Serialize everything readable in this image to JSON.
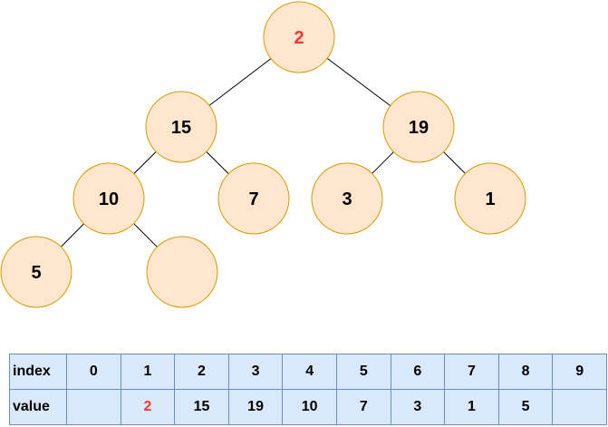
{
  "tree": {
    "nodes": [
      {
        "id": "n1",
        "label": "2",
        "highlight": true
      },
      {
        "id": "n2",
        "label": "15",
        "highlight": false
      },
      {
        "id": "n3",
        "label": "19",
        "highlight": false
      },
      {
        "id": "n4",
        "label": "10",
        "highlight": false
      },
      {
        "id": "n5",
        "label": "7",
        "highlight": false
      },
      {
        "id": "n6",
        "label": "3",
        "highlight": false
      },
      {
        "id": "n7",
        "label": "1",
        "highlight": false
      },
      {
        "id": "n8",
        "label": "5",
        "highlight": false
      },
      {
        "id": "n9",
        "label": "",
        "highlight": false
      }
    ],
    "edges": [
      [
        "n1",
        "n2"
      ],
      [
        "n1",
        "n3"
      ],
      [
        "n2",
        "n4"
      ],
      [
        "n2",
        "n5"
      ],
      [
        "n3",
        "n6"
      ],
      [
        "n3",
        "n7"
      ],
      [
        "n4",
        "n8"
      ],
      [
        "n4",
        "n9"
      ]
    ],
    "colors": {
      "node_fill": "#ffe6cc",
      "node_stroke": "#d79b00",
      "edge": "#000000",
      "highlight_text": "#ff3333"
    }
  },
  "array": {
    "index_label": "index",
    "value_label": "value",
    "indices": [
      "0",
      "1",
      "2",
      "3",
      "4",
      "5",
      "6",
      "7",
      "8",
      "9"
    ],
    "values": [
      "",
      "2",
      "15",
      "19",
      "10",
      "7",
      "3",
      "1",
      "5",
      ""
    ],
    "highlight_index": 1,
    "colors": {
      "cell_fill": "#dae8fc",
      "cell_stroke": "#6c8ebf"
    }
  }
}
